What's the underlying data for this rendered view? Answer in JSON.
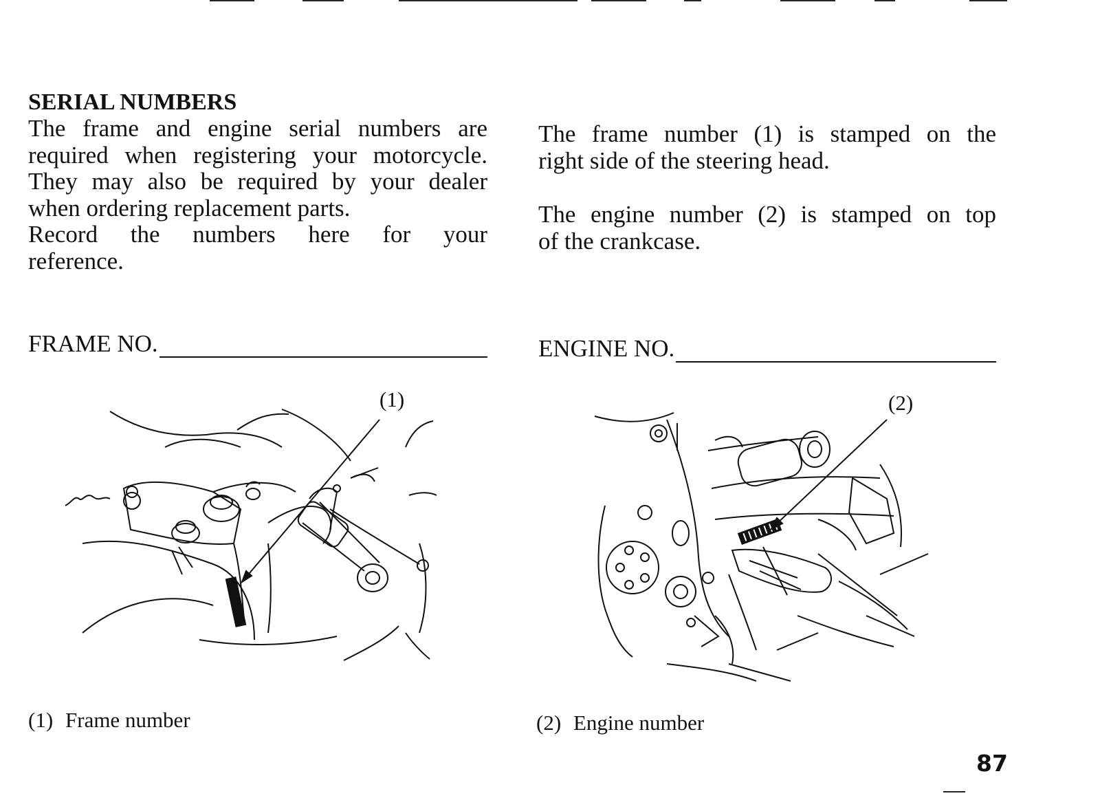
{
  "section": {
    "heading": "SERIAL NUMBERS",
    "left_paragraph": [
      "The frame and engine serial numbers are",
      "required when registering your motorcycle.",
      "They may also be required by your dealer",
      "when ordering replacement parts.",
      "Record the numbers here for your",
      "reference."
    ],
    "right_paragraph_1": [
      "The frame number (1) is stamped on the",
      "right side of the steering head."
    ],
    "right_paragraph_2": [
      "The engine number (2) is stamped on top",
      "of the crankcase."
    ]
  },
  "fields": {
    "frame_label": "FRAME NO.",
    "engine_label": "ENGINE NO."
  },
  "figures": {
    "frame": {
      "callout": "(1)",
      "caption_num": "(1)",
      "caption_text": "Frame number"
    },
    "engine": {
      "callout": "(2)",
      "caption_num": "(2)",
      "caption_text": "Engine number"
    }
  },
  "page_number": "87"
}
